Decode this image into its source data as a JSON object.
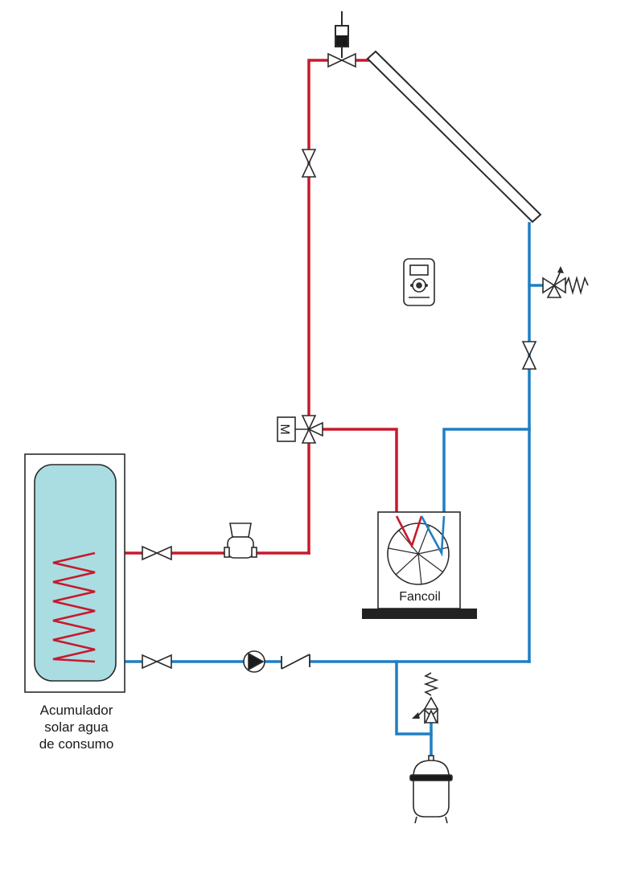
{
  "title": "",
  "colors": {
    "hot_pipe": "#c8192c",
    "cold_pipe": "#1f7fc4",
    "tank_water": "#a9dde2",
    "outline": "#2b2b2b",
    "base": "#222222"
  },
  "labels": {
    "tank_lines": [
      "Acumulador",
      "solar agua",
      "de consumo"
    ],
    "fancoil": "Fancoil"
  },
  "components": [
    "solar-collector",
    "air-vent",
    "motorized-three-way-valve",
    "isolation-valve",
    "pressure-relief-valve",
    "circulation-pump",
    "check-valve",
    "expansion-vessel",
    "thermostatic-valve",
    "controller",
    "fancoil",
    "storage-tank"
  ],
  "icons": {
    "motor": "M"
  }
}
